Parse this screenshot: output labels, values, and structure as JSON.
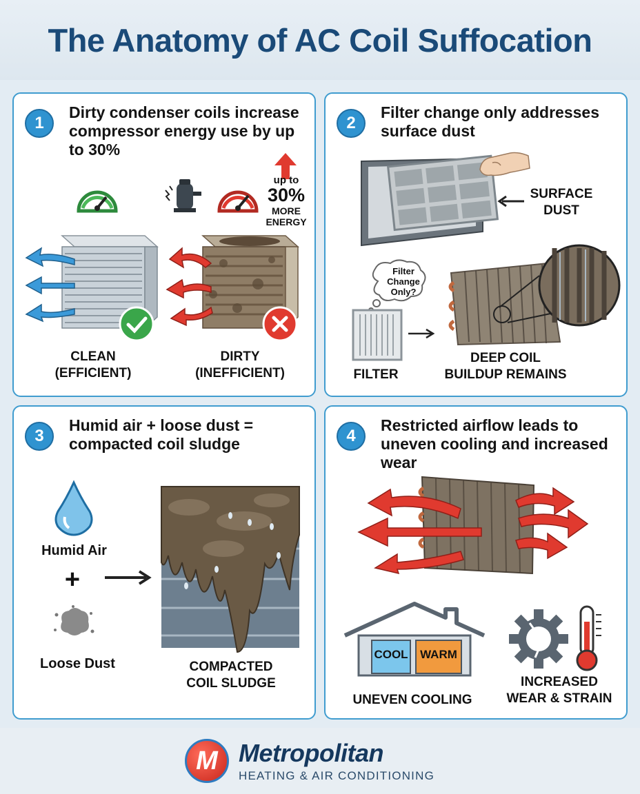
{
  "title": "The Anatomy of AC Coil Suffocation",
  "panels": [
    {
      "number": "1",
      "title": "Dirty condenser coils increase compressor energy use by up to 30%",
      "callout_top": "up to",
      "callout_value": "30%",
      "callout_more": "MORE",
      "callout_energy": "ENERGY",
      "clean_label_1": "CLEAN",
      "clean_label_2": "(EFFICIENT)",
      "dirty_label_1": "DIRTY",
      "dirty_label_2": "(INEFFICIENT)"
    },
    {
      "number": "2",
      "title": "Filter change only addresses surface dust",
      "surface_label_1": "SURFACE",
      "surface_label_2": "DUST",
      "bubble_1": "Filter",
      "bubble_2": "Change",
      "bubble_3": "Only?",
      "filter_label": "FILTER",
      "deep_label_1": "DEEP COIL",
      "deep_label_2": "BUILDUP REMAINS"
    },
    {
      "number": "3",
      "title": "Humid air + loose dust = compacted coil sludge",
      "humid_label": "Humid Air",
      "plus": "+",
      "dust_label": "Loose Dust",
      "sludge_label_1": "COMPACTED",
      "sludge_label_2": "COIL SLUDGE"
    },
    {
      "number": "4",
      "title": "Restricted airflow leads to uneven cooling and increased wear",
      "cool_label": "COOL",
      "warm_label": "WARM",
      "uneven_label": "UNEVEN COOLING",
      "wear_label_1": "INCREASED",
      "wear_label_2": "WEAR & STRAIN"
    }
  ],
  "footer": {
    "logo_letter": "M",
    "brand": "Metropolitan",
    "tagline": "HEATING & AIR CONDITIONING"
  },
  "colors": {
    "title_blue": "#1a4a78",
    "accent_blue": "#2f93d0",
    "arrow_red": "#e03a2f",
    "arrow_blue": "#3b9ad9",
    "check_green": "#3aa64a",
    "dirt_brown": "#6d5a45"
  }
}
